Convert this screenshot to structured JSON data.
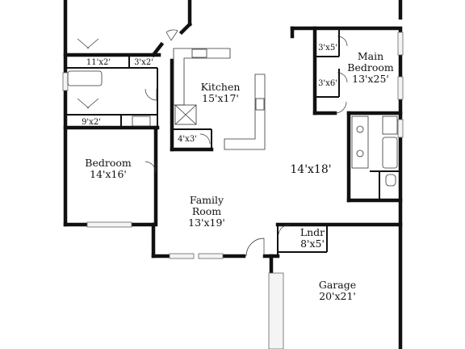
{
  "rooms": [
    {
      "id": "closet-top-left",
      "name": "",
      "size": "11'x2'"
    },
    {
      "id": "closet-small",
      "name": "",
      "size": "3'x2'"
    },
    {
      "id": "kitchen",
      "name": "Kitchen",
      "size": "15'x17'"
    },
    {
      "id": "pantry",
      "name": "",
      "size": "4'x3'"
    },
    {
      "id": "closet-mid-left",
      "name": "",
      "size": "9'x2'"
    },
    {
      "id": "bedroom",
      "name": "Bedroom",
      "size": "14'x16'"
    },
    {
      "id": "family-room",
      "name": "Family Room",
      "size": "13'x19'"
    },
    {
      "id": "dining",
      "name": "",
      "size": "14'x18'"
    },
    {
      "id": "closet-main-1",
      "name": "",
      "size": "3'x5'"
    },
    {
      "id": "closet-main-2",
      "name": "",
      "size": "3'x6'"
    },
    {
      "id": "main-bedroom",
      "name": "Main Bedroom",
      "size": "13'x25'"
    },
    {
      "id": "laundry",
      "name": "Lndr",
      "size": "8'x5'"
    },
    {
      "id": "garage",
      "name": "Garage",
      "size": "20'x21'"
    }
  ],
  "labels": {
    "kitchen_name": "Kitchen",
    "kitchen_size": "15'x17'",
    "bedroom_name": "Bedroom",
    "bedroom_size": "14'x16'",
    "family_name_1": "Family",
    "family_name_2": "Room",
    "family_size": "13'x19'",
    "dining_size": "14'x18'",
    "main_name_1": "Main",
    "main_name_2": "Bedroom",
    "main_size": "13'x25'",
    "laundry_name": "Lndr",
    "laundry_size": "8'x5'",
    "garage_name": "Garage",
    "garage_size": "20'x21'",
    "closet_11x2": "11'x2'",
    "closet_3x2": "3'x2'",
    "closet_4x3": "4'x3'",
    "closet_9x2": "9'x2'",
    "closet_3x5": "3'x5'",
    "closet_3x6": "3'x6'"
  }
}
